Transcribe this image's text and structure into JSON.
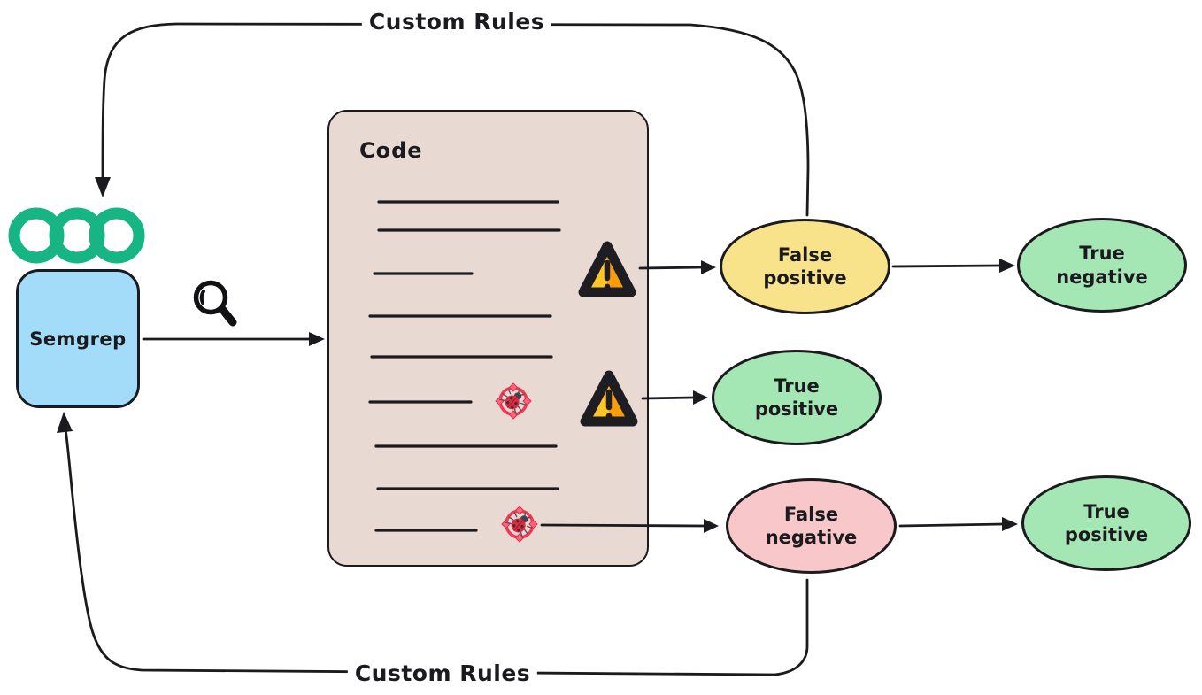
{
  "canvas": {
    "background": "#ffffff"
  },
  "wire_labels": {
    "top": "Custom Rules",
    "bottom": "Custom Rules"
  },
  "semgrep": {
    "label": "Semgrep",
    "fill": "#a3dcf9"
  },
  "code": {
    "title": "Code",
    "fill": "#e8dad3"
  },
  "outcomes": {
    "false_positive": {
      "label": "False positive",
      "fill": "#f8e38b"
    },
    "true_negative": {
      "label": "True negative",
      "fill": "#a5e7b4"
    },
    "true_positive": {
      "label": "True positive",
      "fill": "#a5e7b4"
    },
    "false_negative": {
      "label": "False negative",
      "fill": "#f8c7c9"
    },
    "true_positive_2": {
      "label": "True positive",
      "fill": "#a5e7b4"
    }
  },
  "icons": {
    "logo": "semgrep-rings-icon",
    "search": "magnifying-glass-icon",
    "warning": "warning-triangle-icon",
    "bug": "bug-crosshair-icon"
  },
  "colors": {
    "stroke": "#1b1b1f",
    "logo_green": "#17b583",
    "warning_yellow": "#fec526",
    "warning_orange": "#f99d07",
    "warning_border": "#1e1e22",
    "bug_red": "#f43752",
    "bug_body": "#dd2a3e"
  }
}
